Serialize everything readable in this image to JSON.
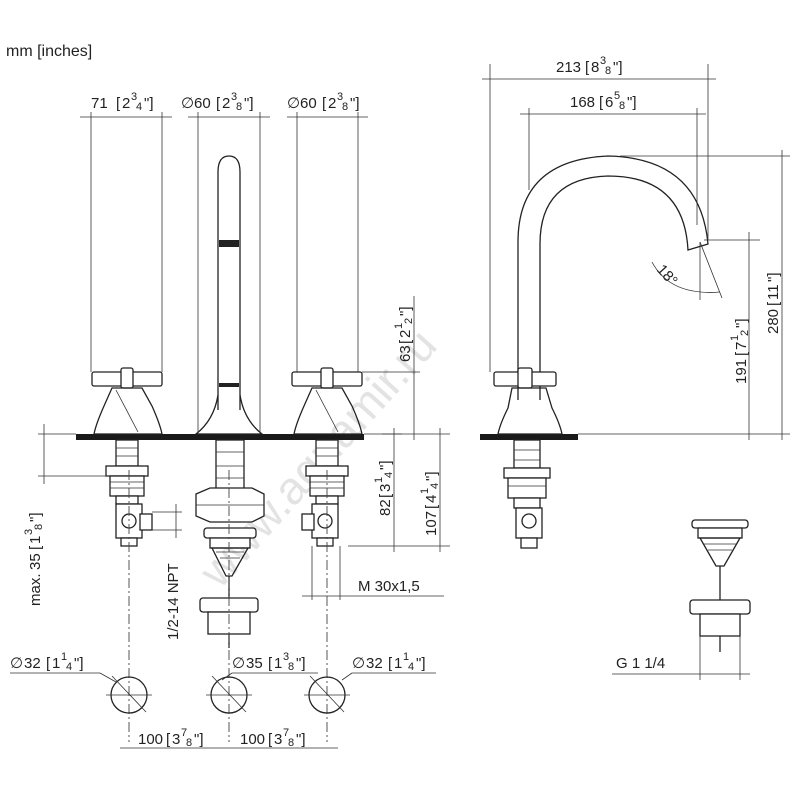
{
  "units_label": "mm [inches]",
  "watermark": "www.aquamir.ru",
  "front_view": {
    "dim_handle_width": {
      "mm": "71",
      "inch_whole": "2",
      "inch_num": "3",
      "inch_den": "4"
    },
    "dim_spout_dia": {
      "symbol": "∅",
      "mm": "60",
      "inch_whole": "2",
      "inch_num": "3",
      "inch_den": "8"
    },
    "dim_valve_dia": {
      "symbol": "∅",
      "mm": "60",
      "inch_whole": "2",
      "inch_num": "3",
      "inch_den": "8"
    },
    "dim_handle_height": {
      "mm": "63",
      "inch_whole": "2",
      "inch_num": "1",
      "inch_den": "2"
    },
    "dim_valve_length": {
      "mm": "82",
      "inch_whole": "3",
      "inch_num": "1",
      "inch_den": "4"
    },
    "dim_total_below": {
      "mm": "107",
      "inch_whole": "4",
      "inch_num": "1",
      "inch_den": "4"
    },
    "dim_max_deck": {
      "prefix": "max.",
      "mm": "35",
      "inch_whole": "1",
      "inch_num": "3",
      "inch_den": "8"
    },
    "thread_npt": "1/2-14 NPT",
    "thread_metric": "M 30x1,5",
    "hole_left": {
      "symbol": "∅",
      "mm": "32",
      "inch_whole": "1",
      "inch_num": "1",
      "inch_den": "4"
    },
    "hole_center": {
      "symbol": "∅",
      "mm": "35",
      "inch_whole": "1",
      "inch_num": "3",
      "inch_den": "8"
    },
    "hole_right": {
      "symbol": "∅",
      "mm": "32",
      "inch_whole": "1",
      "inch_num": "1",
      "inch_den": "4"
    },
    "spacing_left": {
      "mm": "100",
      "inch_whole": "3",
      "inch_num": "7",
      "inch_den": "8"
    },
    "spacing_right": {
      "mm": "100",
      "inch_whole": "3",
      "inch_num": "7",
      "inch_den": "8"
    }
  },
  "side_view": {
    "dim_overall_reach": {
      "mm": "213",
      "inch_whole": "8",
      "inch_num": "3",
      "inch_den": "8"
    },
    "dim_spout_reach": {
      "mm": "168",
      "inch_whole": "6",
      "inch_num": "5",
      "inch_den": "8"
    },
    "dim_total_height": {
      "mm": "280",
      "inch_whole": "11"
    },
    "dim_outlet_height": {
      "mm": "191",
      "inch_whole": "7",
      "inch_num": "1",
      "inch_den": "2"
    },
    "angle": "18°"
  },
  "drain_view": {
    "thread": "G 1 1/4"
  }
}
